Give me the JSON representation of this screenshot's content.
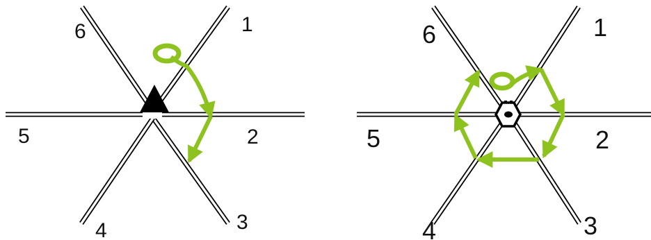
{
  "panels": [
    {
      "id": "left",
      "arm_labels": [
        "1",
        "2",
        "3",
        "4",
        "5",
        "6"
      ],
      "center_marker": "filled-triangle"
    },
    {
      "id": "right",
      "arm_labels": [
        "1",
        "2",
        "3",
        "4",
        "5",
        "6"
      ],
      "center_marker": "hexagon-robot"
    }
  ],
  "colors": {
    "arm_outline": "#000000",
    "arrow": "#8dc21f",
    "background": "#ffffff"
  }
}
